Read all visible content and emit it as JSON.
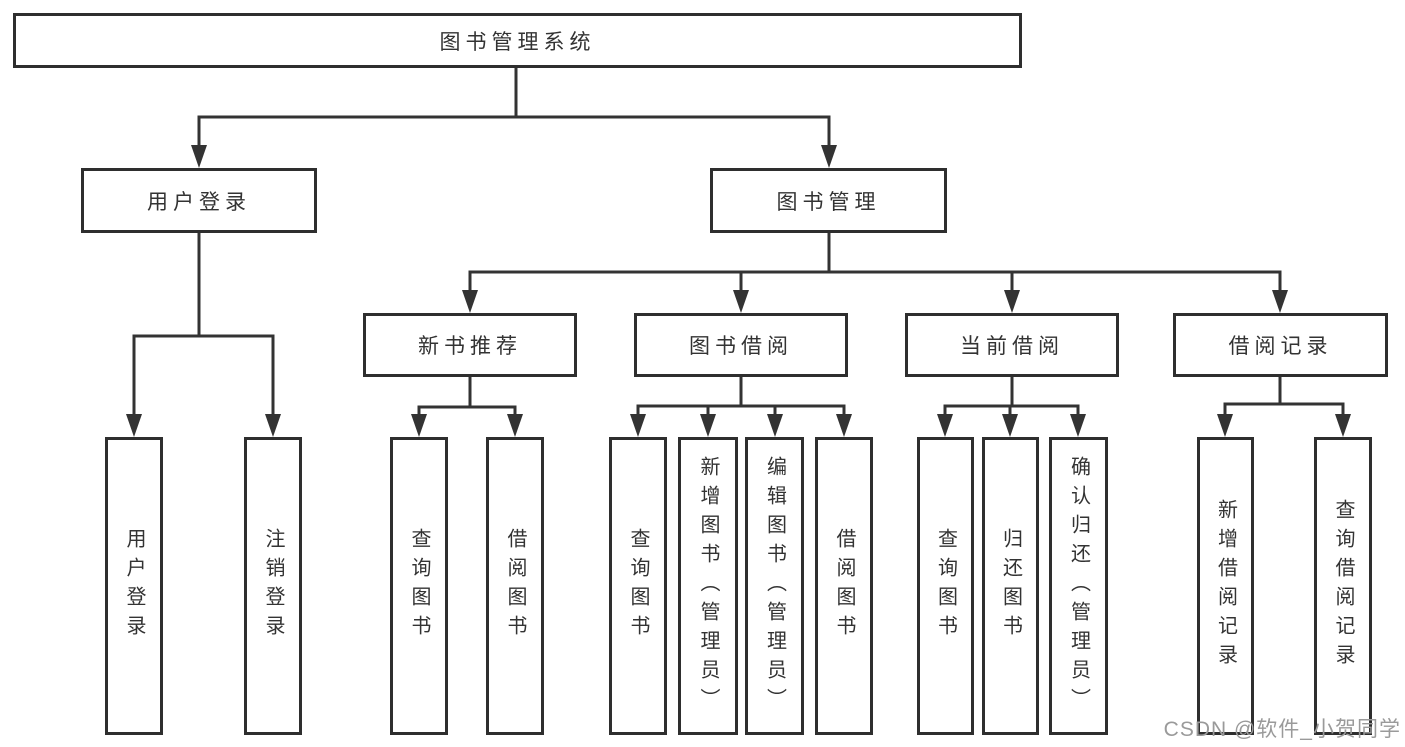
{
  "diagram": {
    "root": {
      "label": "图书管理系统"
    },
    "branches": [
      {
        "label": "用户登录",
        "children": [
          {
            "label": "用户登录"
          },
          {
            "label": "注销登录"
          }
        ]
      },
      {
        "label": "图书管理",
        "children": [
          {
            "label": "新书推荐",
            "children": [
              {
                "label": "查询图书"
              },
              {
                "label": "借阅图书"
              }
            ]
          },
          {
            "label": "图书借阅",
            "children": [
              {
                "label": "查询图书"
              },
              {
                "label": "新增图书（管理员）"
              },
              {
                "label": "编辑图书（管理员）"
              },
              {
                "label": "借阅图书"
              }
            ]
          },
          {
            "label": "当前借阅",
            "children": [
              {
                "label": "查询图书"
              },
              {
                "label": "归还图书"
              },
              {
                "label": "确认归还（管理员）"
              }
            ]
          },
          {
            "label": "借阅记录",
            "children": [
              {
                "label": "新增借阅记录"
              },
              {
                "label": "查询借阅记录"
              }
            ]
          }
        ]
      }
    ],
    "colors": {
      "line": "#333333",
      "border": "#2e2e2e",
      "text": "#333333",
      "watermark": "#9a9a9a"
    },
    "watermark": "CSDN @软件_小贺同学"
  }
}
